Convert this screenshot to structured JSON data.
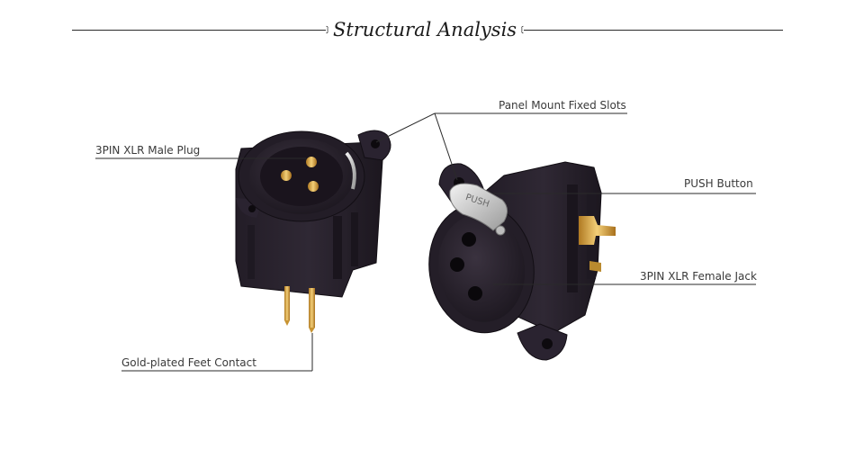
{
  "header": {
    "title": "Structural Analysis"
  },
  "callouts": {
    "male_plug": "3PIN XLR Male Plug",
    "fixed_slots": "Panel Mount Fixed Slots",
    "push_button": "PUSH Button",
    "female_jack": "3PIN XLR Female Jack",
    "feet_contact": "Gold-plated Feet Contact"
  },
  "parts": {
    "push_tab_text": "PUSH"
  },
  "colors": {
    "housing": "#2b2430",
    "housing_dark": "#17121a",
    "gold": "#d9a441",
    "leader": "#2a2a2a"
  }
}
